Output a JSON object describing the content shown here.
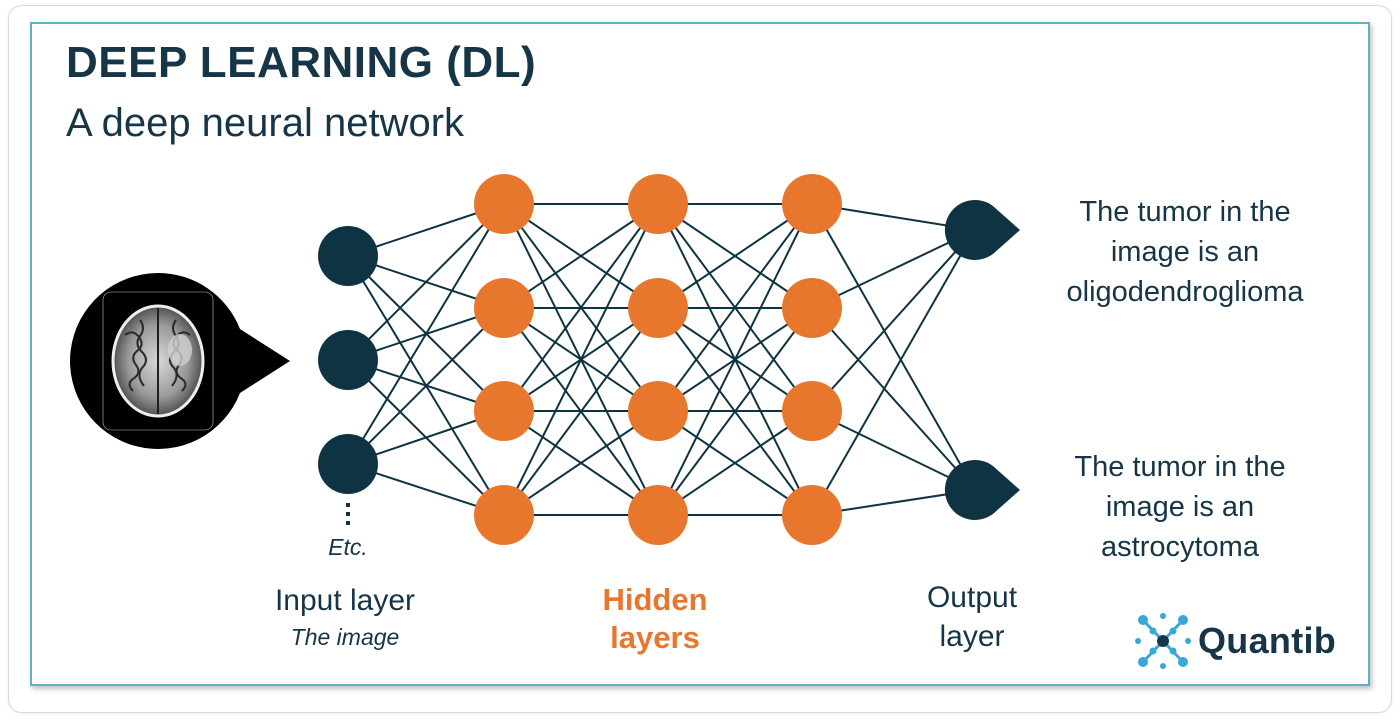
{
  "header": {
    "title": "DEEP LEARNING (DL)",
    "subtitle": "A deep neural network"
  },
  "input_layer": {
    "ellipsis_label": "Etc.",
    "name": "Input layer",
    "description": "The image"
  },
  "hidden_layers": {
    "name_line1": "Hidden",
    "name_line2": "layers"
  },
  "output_layer": {
    "name_line1": "Output",
    "name_line2": "layer",
    "outputs": [
      {
        "lines": [
          "The tumor in the",
          "image is an",
          "oligodendroglioma"
        ]
      },
      {
        "lines": [
          "The tumor in the",
          "image is an",
          "astrocytoma"
        ]
      }
    ]
  },
  "brand": {
    "name": "Quantib"
  },
  "colors": {
    "dark_navy": "#0e3342",
    "orange": "#e8772e",
    "frame_teal": "#5eb3c1",
    "logo_blue": "#3aa7d9"
  },
  "icons": {
    "input_image": "brain-mri-icon",
    "brand_logo": "quantib-logo-icon"
  }
}
